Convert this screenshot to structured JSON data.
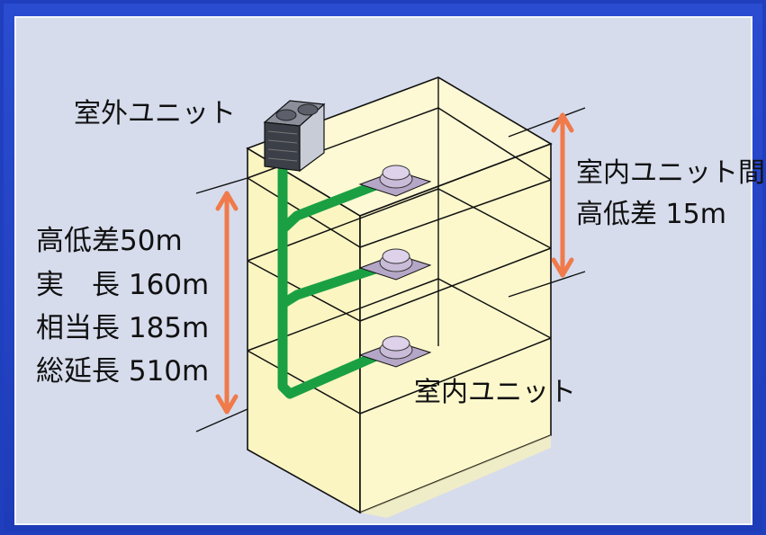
{
  "labels": {
    "outdoor_unit": "室外ユニット",
    "indoor_unit": "室内ユニット",
    "indoor_height_diff_line1": "室内ユニット間",
    "indoor_height_diff_line2": "高低差 15m"
  },
  "specs": [
    {
      "label": "高低差50m"
    },
    {
      "label": "実　長 160m"
    },
    {
      "label": "相当長 185m"
    },
    {
      "label": "総延長 510m"
    }
  ],
  "colors": {
    "background": "#1f3fbf",
    "panel": "#d6dcec",
    "building": "#fcf7c6",
    "pipe": "#1aa043",
    "arrow": "#f07a4a"
  }
}
